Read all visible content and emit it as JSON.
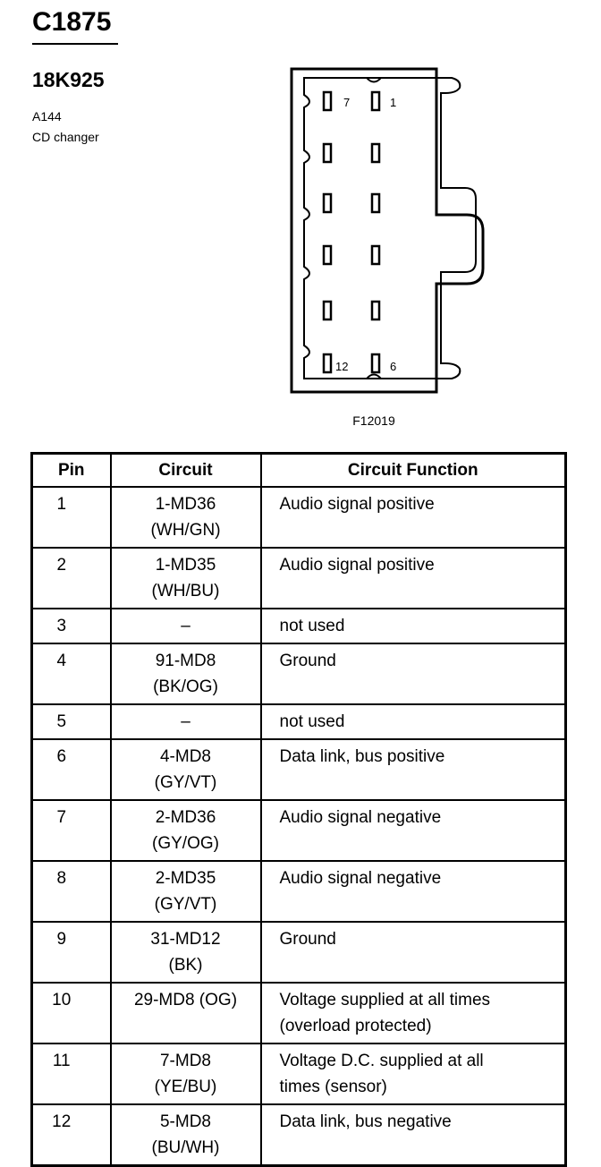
{
  "header": {
    "connector_id": "C1875",
    "part_number": "18K925",
    "component_code": "A144",
    "component_name": "CD changer"
  },
  "diagram": {
    "pin_labels": {
      "top_left": "7",
      "top_right": "1",
      "bottom_left": "12",
      "bottom_right": "6"
    },
    "figure_id": "F12019"
  },
  "table": {
    "headers": {
      "pin": "Pin",
      "circuit": "Circuit",
      "function": "Circuit Function"
    },
    "rows": [
      {
        "pin": "1",
        "circuit": [
          "1-MD36",
          "(WH/GN)"
        ],
        "function": [
          "Audio signal positive"
        ]
      },
      {
        "pin": "2",
        "circuit": [
          "1-MD35",
          "(WH/BU)"
        ],
        "function": [
          "Audio signal positive"
        ]
      },
      {
        "pin": "3",
        "circuit": [
          "–"
        ],
        "function": [
          "not used"
        ]
      },
      {
        "pin": "4",
        "circuit": [
          "91-MD8",
          "(BK/OG)"
        ],
        "function": [
          "Ground"
        ]
      },
      {
        "pin": "5",
        "circuit": [
          "–"
        ],
        "function": [
          "not used"
        ]
      },
      {
        "pin": "6",
        "circuit": [
          "4-MD8",
          "(GY/VT)"
        ],
        "function": [
          "Data link, bus positive"
        ]
      },
      {
        "pin": "7",
        "circuit": [
          "2-MD36",
          "(GY/OG)"
        ],
        "function": [
          "Audio signal negative"
        ]
      },
      {
        "pin": "8",
        "circuit": [
          "2-MD35",
          "(GY/VT)"
        ],
        "function": [
          "Audio signal negative"
        ]
      },
      {
        "pin": "9",
        "circuit": [
          "31-MD12",
          "(BK)"
        ],
        "function": [
          "Ground"
        ]
      },
      {
        "pin": "10",
        "circuit": [
          "29-MD8 (OG)"
        ],
        "function": [
          "Voltage supplied at all times",
          "(overload protected)"
        ]
      },
      {
        "pin": "11",
        "circuit": [
          "7-MD8",
          "(YE/BU)"
        ],
        "function": [
          "Voltage D.C. supplied at all",
          "times (sensor)"
        ]
      },
      {
        "pin": "12",
        "circuit": [
          "5-MD8",
          "(BU/WH)"
        ],
        "function": [
          "Data link, bus negative"
        ]
      }
    ]
  }
}
